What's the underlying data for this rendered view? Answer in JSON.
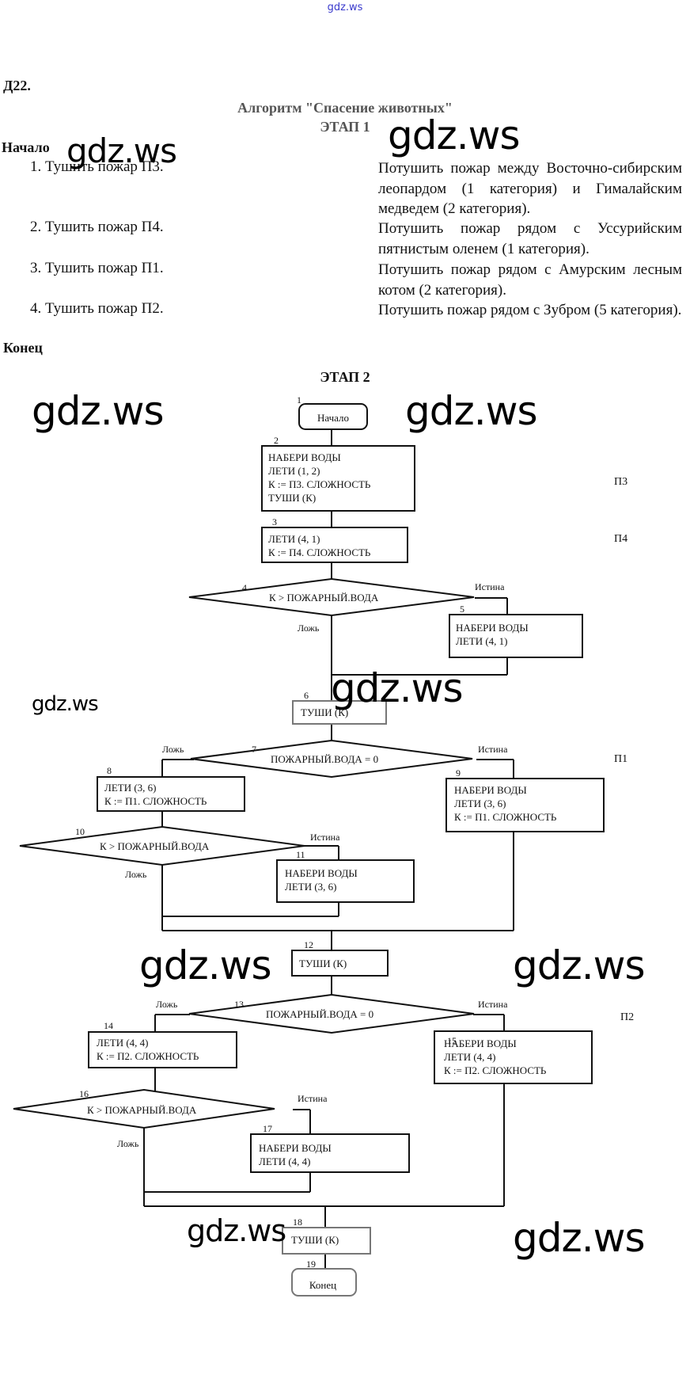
{
  "header": {
    "site_link": "gdz.ws",
    "task_number": "Д22.",
    "title": "Алгоритм \"Спасение животных\"",
    "stage1_title": "ЭТАП 1",
    "stage2_title": "ЭТАП 2"
  },
  "stage1": {
    "start_label": "Начало",
    "end_label": "Конец",
    "steps": [
      {
        "text": "1. Тушить пожар П3.",
        "description": "Потушить пожар между Восточно-сибирским леопардом (1 категория) и Гималайским медведем (2 категория)."
      },
      {
        "text": "2. Тушить пожар П4.",
        "description": "Потушить пожар рядом с Уссурийским пятнистым оленем (1 категория)."
      },
      {
        "text": "3. Тушить пожар П1.",
        "description": "Потушить пожар рядом с Амурским лесным котом (2 категория)."
      },
      {
        "text": "4. Тушить пожар П2.",
        "description": "Потушить пожар рядом с Зубром (5 категория)."
      }
    ]
  },
  "flowchart": {
    "blocks": [
      {
        "id": "1",
        "type": "terminal",
        "lines": [
          "Начало"
        ]
      },
      {
        "id": "2",
        "type": "process",
        "lines": [
          "НАБЕРИ ВОДЫ",
          "ЛЕТИ (1, 2)",
          "К := П3. СЛОЖНОСТЬ",
          "ТУШИ (К)"
        ]
      },
      {
        "id": "3",
        "type": "process",
        "lines": [
          "ЛЕТИ (4, 1)",
          "К := П4. СЛОЖНОСТЬ"
        ]
      },
      {
        "id": "4",
        "type": "decision",
        "lines": [
          "К > ПОЖАРНЫЙ.ВОДА"
        ]
      },
      {
        "id": "5",
        "type": "process",
        "lines": [
          "НАБЕРИ ВОДЫ",
          "ЛЕТИ (4, 1)"
        ]
      },
      {
        "id": "6",
        "type": "process",
        "lines": [
          "ТУШИ (К)"
        ]
      },
      {
        "id": "7",
        "type": "decision",
        "lines": [
          "ПОЖАРНЫЙ.ВОДА = 0"
        ]
      },
      {
        "id": "8",
        "type": "process",
        "lines": [
          "ЛЕТИ (3, 6)",
          "К := П1. СЛОЖНОСТЬ"
        ]
      },
      {
        "id": "9",
        "type": "process",
        "lines": [
          "НАБЕРИ ВОДЫ",
          "ЛЕТИ (3, 6)",
          "К := П1. СЛОЖНОСТЬ"
        ]
      },
      {
        "id": "10",
        "type": "decision",
        "lines": [
          "К > ПОЖАРНЫЙ.ВОДА"
        ]
      },
      {
        "id": "11",
        "type": "process",
        "lines": [
          "НАБЕРИ ВОДЫ",
          "ЛЕТИ (3, 6)"
        ]
      },
      {
        "id": "12",
        "type": "process",
        "lines": [
          "ТУШИ (К)"
        ]
      },
      {
        "id": "13",
        "type": "decision",
        "lines": [
          "ПОЖАРНЫЙ.ВОДА = 0"
        ]
      },
      {
        "id": "14",
        "type": "process",
        "lines": [
          "ЛЕТИ (4, 4)",
          "К := П2. СЛОЖНОСТЬ"
        ]
      },
      {
        "id": "15",
        "type": "process",
        "lines": [
          "НАБЕРИ ВОДЫ",
          "ЛЕТИ (4, 4)",
          "К := П2. СЛОЖНОСТЬ"
        ]
      },
      {
        "id": "16",
        "type": "decision",
        "lines": [
          "К > ПОЖАРНЫЙ.ВОДА"
        ]
      },
      {
        "id": "17",
        "type": "process",
        "lines": [
          "НАБЕРИ ВОДЫ",
          "ЛЕТИ (4, 4)"
        ]
      },
      {
        "id": "18",
        "type": "process",
        "lines": [
          "ТУШИ (К)"
        ]
      },
      {
        "id": "19",
        "type": "terminal",
        "lines": [
          "Конец"
        ]
      }
    ],
    "true_label": "Истина",
    "false_label": "Ложь",
    "side_labels": [
      "П3",
      "П4",
      "П1",
      "П2"
    ]
  },
  "watermark": "gdz.ws"
}
